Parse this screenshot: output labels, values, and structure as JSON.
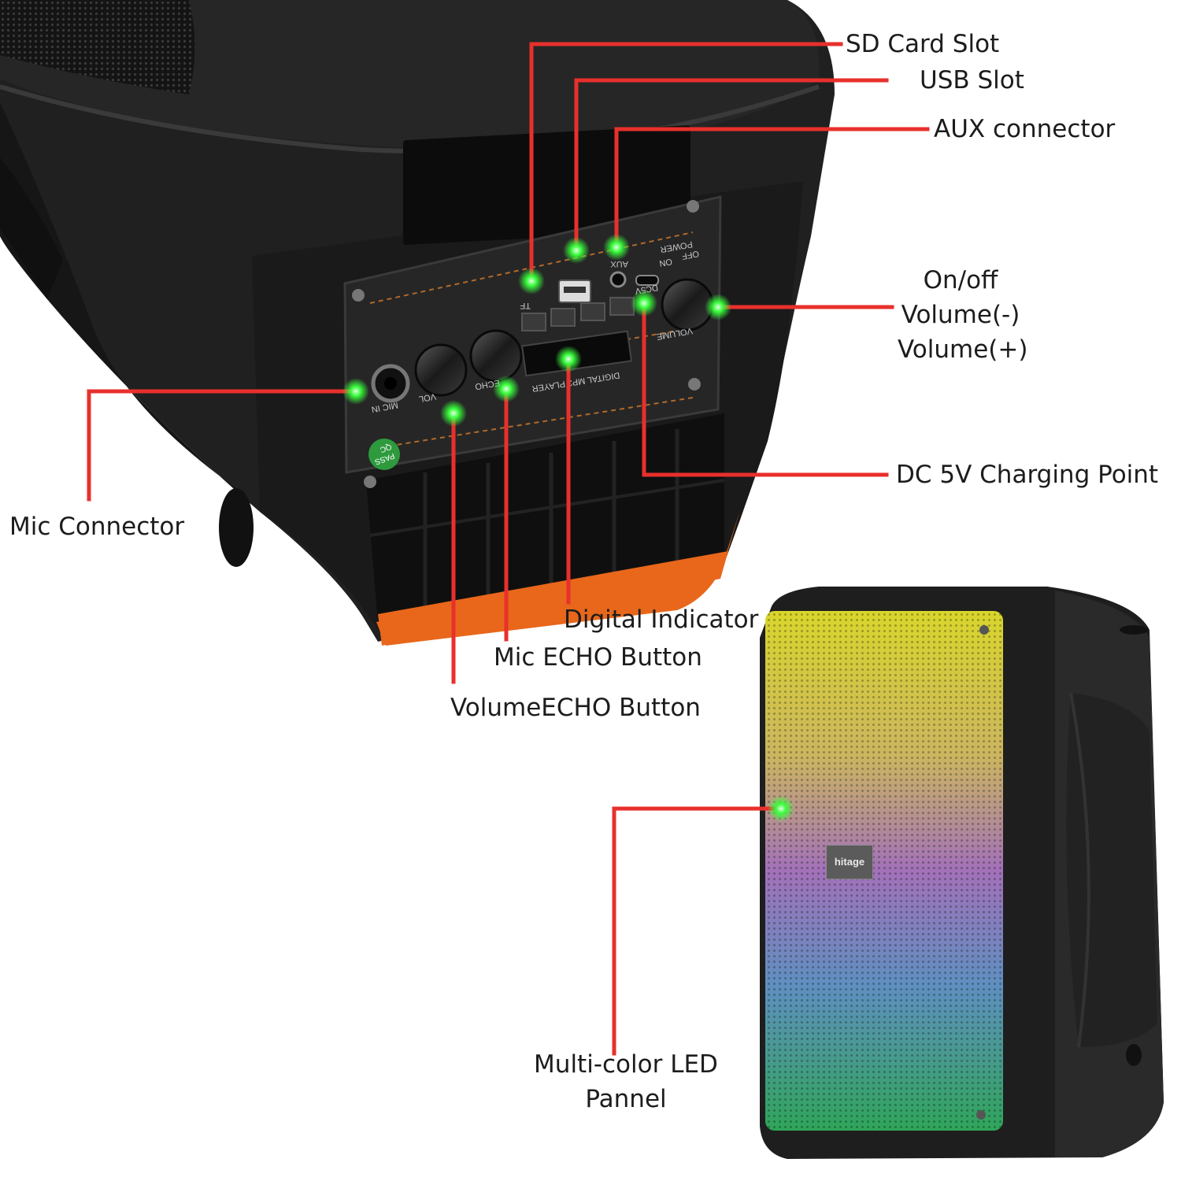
{
  "labels": {
    "sd_card_slot": "SD Card Slot",
    "usb_slot": "USB Slot",
    "aux_connector": "AUX connector",
    "onoff_lines": [
      "On/off",
      "Volume(-)",
      "Volume(+)"
    ],
    "dc_charging": "DC 5V Charging Point",
    "mic_connector": "Mic Connector",
    "digital_indicator": "Digital Indicator",
    "mic_echo": "Mic ECHO Button",
    "volume_echo": "VolumeECHO Button",
    "led_panel_lines": [
      "Multi-color LED",
      "Pannel"
    ]
  },
  "panel_print": {
    "tf": "TF",
    "aux": "AUX",
    "power": "POWER",
    "on": "ON",
    "off": "OFF",
    "dc5v": "DC5V",
    "mic_in": "MIC IN",
    "vol": "VOL",
    "echo": "ECHO",
    "volume": "VOLUME",
    "player": "DIGITAL MP3 PLAYER",
    "qc": "QC",
    "pass": "PASS"
  },
  "brand_logo": "hitage",
  "colors": {
    "leader_line": "#e8302c",
    "hotspot": "#39ff3c",
    "speaker_body": "#1f1f1f",
    "accent_orange": "#e8671b"
  },
  "icons": [
    "usb-icon",
    "control-knob-icon",
    "screw-icon"
  ]
}
